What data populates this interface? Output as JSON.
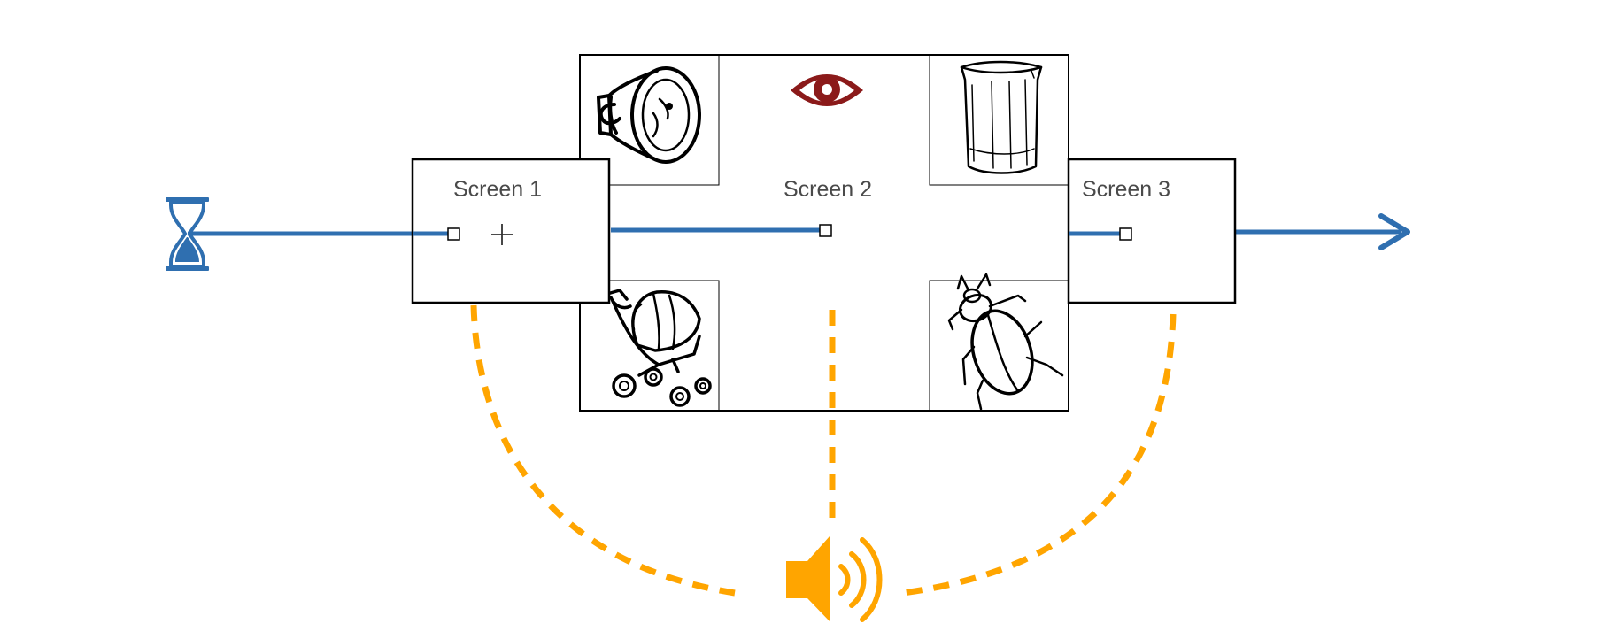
{
  "screens": {
    "screen1": {
      "label": "Screen 1"
    },
    "screen2": {
      "label": "Screen 2"
    },
    "screen3": {
      "label": "Screen 3"
    }
  },
  "stimuli": {
    "top_left": "megaphone-icon",
    "top_center": "eye-icon",
    "top_right": "beaker-icon",
    "bottom_left": "stroller-icon",
    "bottom_right": "beetle-icon"
  },
  "timeline": {
    "start": "hourglass-icon",
    "end": "arrowhead-icon"
  },
  "audio": {
    "icon": "speaker-icon"
  },
  "colors": {
    "timeline": "#2f6fb0",
    "audio": "#ffa500",
    "eye": "#8b1a1a",
    "stroke": "#000000",
    "label": "#4a4a4a"
  }
}
